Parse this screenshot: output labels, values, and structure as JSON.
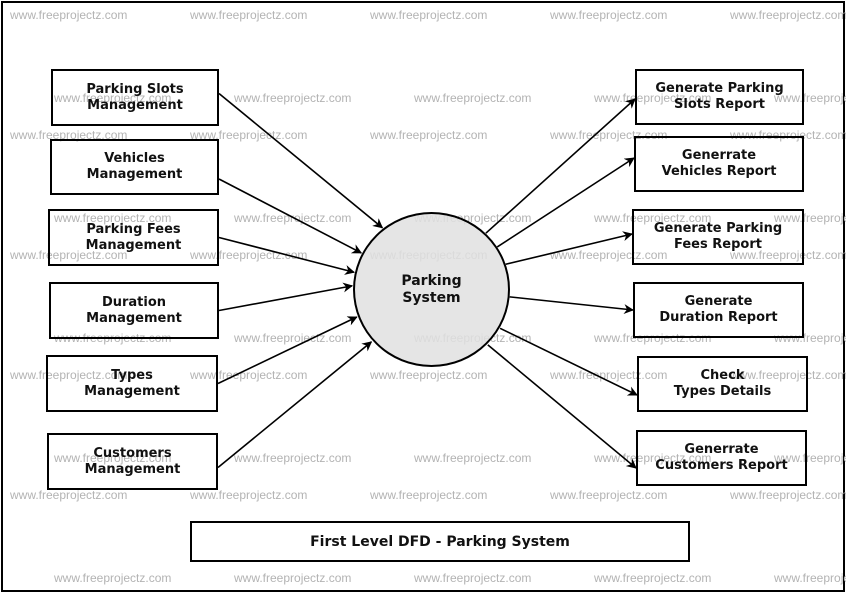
{
  "diagram": {
    "title": "First Level DFD - Parking System",
    "process": {
      "label": "Parking\nSystem",
      "fill": "#e0e0e0"
    },
    "inputs": [
      {
        "id": "parking-slots-management",
        "label": "Parking Slots\nManagement"
      },
      {
        "id": "vehicles-management",
        "label": "Vehicles\nManagement"
      },
      {
        "id": "parking-fees-management",
        "label": "Parking Fees\nManagement"
      },
      {
        "id": "duration-management",
        "label": "Duration\nManagement"
      },
      {
        "id": "types-management",
        "label": "Types\nManagement"
      },
      {
        "id": "customers-management",
        "label": "Customers\nManagement"
      }
    ],
    "outputs": [
      {
        "id": "generate-parking-slots-report",
        "label": "Generate Parking\nSlots Report"
      },
      {
        "id": "generate-vehicles-report",
        "label": "Generrate\nVehicles Report"
      },
      {
        "id": "generate-parking-fees-report",
        "label": "Generate Parking\nFees Report"
      },
      {
        "id": "generate-duration-report",
        "label": "Generate\nDuration Report"
      },
      {
        "id": "check-types-details",
        "label": "Check\nTypes Details"
      },
      {
        "id": "generate-customers-report",
        "label": "Generrate\nCustomers Report"
      }
    ],
    "flows": [
      {
        "from": "parking-slots-management",
        "to": "process"
      },
      {
        "from": "vehicles-management",
        "to": "process"
      },
      {
        "from": "parking-fees-management",
        "to": "process"
      },
      {
        "from": "duration-management",
        "to": "process"
      },
      {
        "from": "types-management",
        "to": "process"
      },
      {
        "from": "customers-management",
        "to": "process"
      },
      {
        "from": "process",
        "to": "generate-parking-slots-report"
      },
      {
        "from": "process",
        "to": "generate-vehicles-report"
      },
      {
        "from": "process",
        "to": "generate-parking-fees-report"
      },
      {
        "from": "process",
        "to": "generate-duration-report"
      },
      {
        "from": "process",
        "to": "check-types-details"
      },
      {
        "from": "process",
        "to": "generate-customers-report"
      }
    ]
  },
  "watermark": {
    "text": "www.freeprojectz.com",
    "color": "#b3b3b3"
  }
}
